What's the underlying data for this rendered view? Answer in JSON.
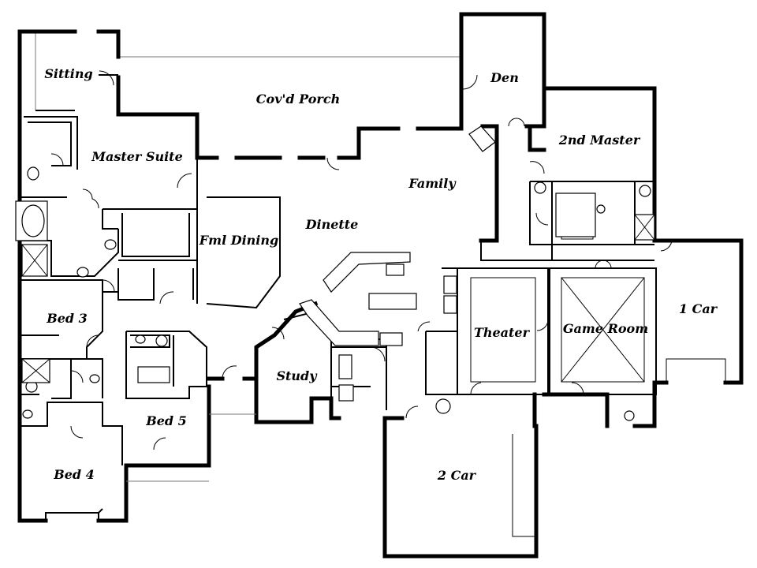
{
  "rooms": [
    {
      "id": "sitting",
      "label": "Sitting"
    },
    {
      "id": "covd-porch",
      "label": "Cov'd Porch"
    },
    {
      "id": "den",
      "label": "Den"
    },
    {
      "id": "master-suite",
      "label": "Master Suite"
    },
    {
      "id": "second-master",
      "label": "2nd Master"
    },
    {
      "id": "family",
      "label": "Family"
    },
    {
      "id": "dinette",
      "label": "Dinette"
    },
    {
      "id": "fml-dining",
      "label": "Fml Dining"
    },
    {
      "id": "one-car",
      "label": "1 Car"
    },
    {
      "id": "bed-3",
      "label": "Bed 3"
    },
    {
      "id": "theater",
      "label": "Theater"
    },
    {
      "id": "game-room",
      "label": "Game Room"
    },
    {
      "id": "study",
      "label": "Study"
    },
    {
      "id": "bed-5",
      "label": "Bed 5"
    },
    {
      "id": "bed-4",
      "label": "Bed 4"
    },
    {
      "id": "two-car",
      "label": "2 Car"
    }
  ]
}
